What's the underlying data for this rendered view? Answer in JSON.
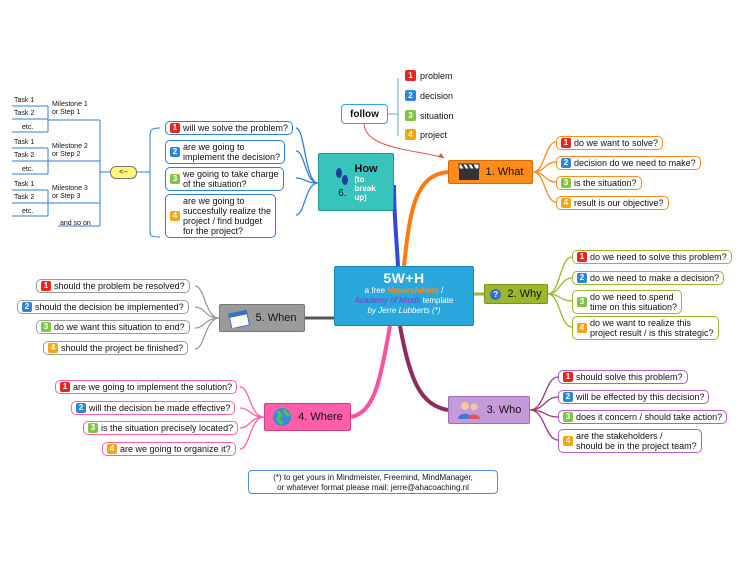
{
  "central": {
    "title": "5W+H",
    "line1_a": "a free ",
    "line1_b": "Hypershifters",
    "line1_c": " /",
    "line2_a": "Academy of Minds",
    "line2_b": " template",
    "line3": "by Jerre Lubberts (*)"
  },
  "follow": "follow",
  "legend": [
    "problem",
    "decision",
    "situation",
    "project"
  ],
  "what": {
    "label": "1. What",
    "items": [
      "do we want to solve?",
      "decision do we need to make?",
      "is the situation?",
      "result is our objective?"
    ]
  },
  "why": {
    "label": "2. Why",
    "items": [
      "do we need to solve this problem?",
      "do we need to make a decision?",
      "do we need to spend\ntime on this situation?",
      "do we want to realize this\nproject result / is this strategic?"
    ]
  },
  "who": {
    "label": "3. Who",
    "items": [
      "should solve this problem?",
      "will be effected by this decision?",
      "does it concern / should take action?",
      "are the stakeholders /\nshould be in the project team?"
    ]
  },
  "where": {
    "label": "4. Where",
    "items": [
      "are we going to implement the solution?",
      "will the decision be made effective?",
      "is the situation precisely located?",
      "are we going to organize it?"
    ]
  },
  "when": {
    "label": "5. When",
    "items": [
      "should the problem be resolved?",
      "should the decision be implemented?",
      "do we want this situation to end?",
      "should the project be finished?"
    ]
  },
  "how": {
    "label": "How",
    "sub": "(to\nbreak\nup)",
    "num": "6.",
    "items": [
      "will we solve the problem?",
      "are we going to\nimplement the decision?",
      "we going to take charge\nof the situation?",
      "are we going to\nsuccesfully realize the\nproject / find budget\nfor the project?"
    ]
  },
  "tree": {
    "arrow": "<--",
    "milestones": [
      "Milestone 1\nor Step 1",
      "Milestone 2\nor Step 2",
      "Milestone 3\nor Step 3"
    ],
    "tasks": [
      "Task 1",
      "Task 2",
      "etc."
    ],
    "and_so_on": "and so on"
  },
  "note": "(*) to get yours in Mindmeister, Freemind, MindManager,\nor whatever format please mail: jerre@ahacoaching.nl",
  "colors": {
    "what": "#ff8a1e",
    "why": "#9ab72e",
    "who": "#9b3a6a",
    "where": "#ff5fa8",
    "when": "#555555",
    "how": "#2f4ad8",
    "central": "#2aa7dd"
  }
}
